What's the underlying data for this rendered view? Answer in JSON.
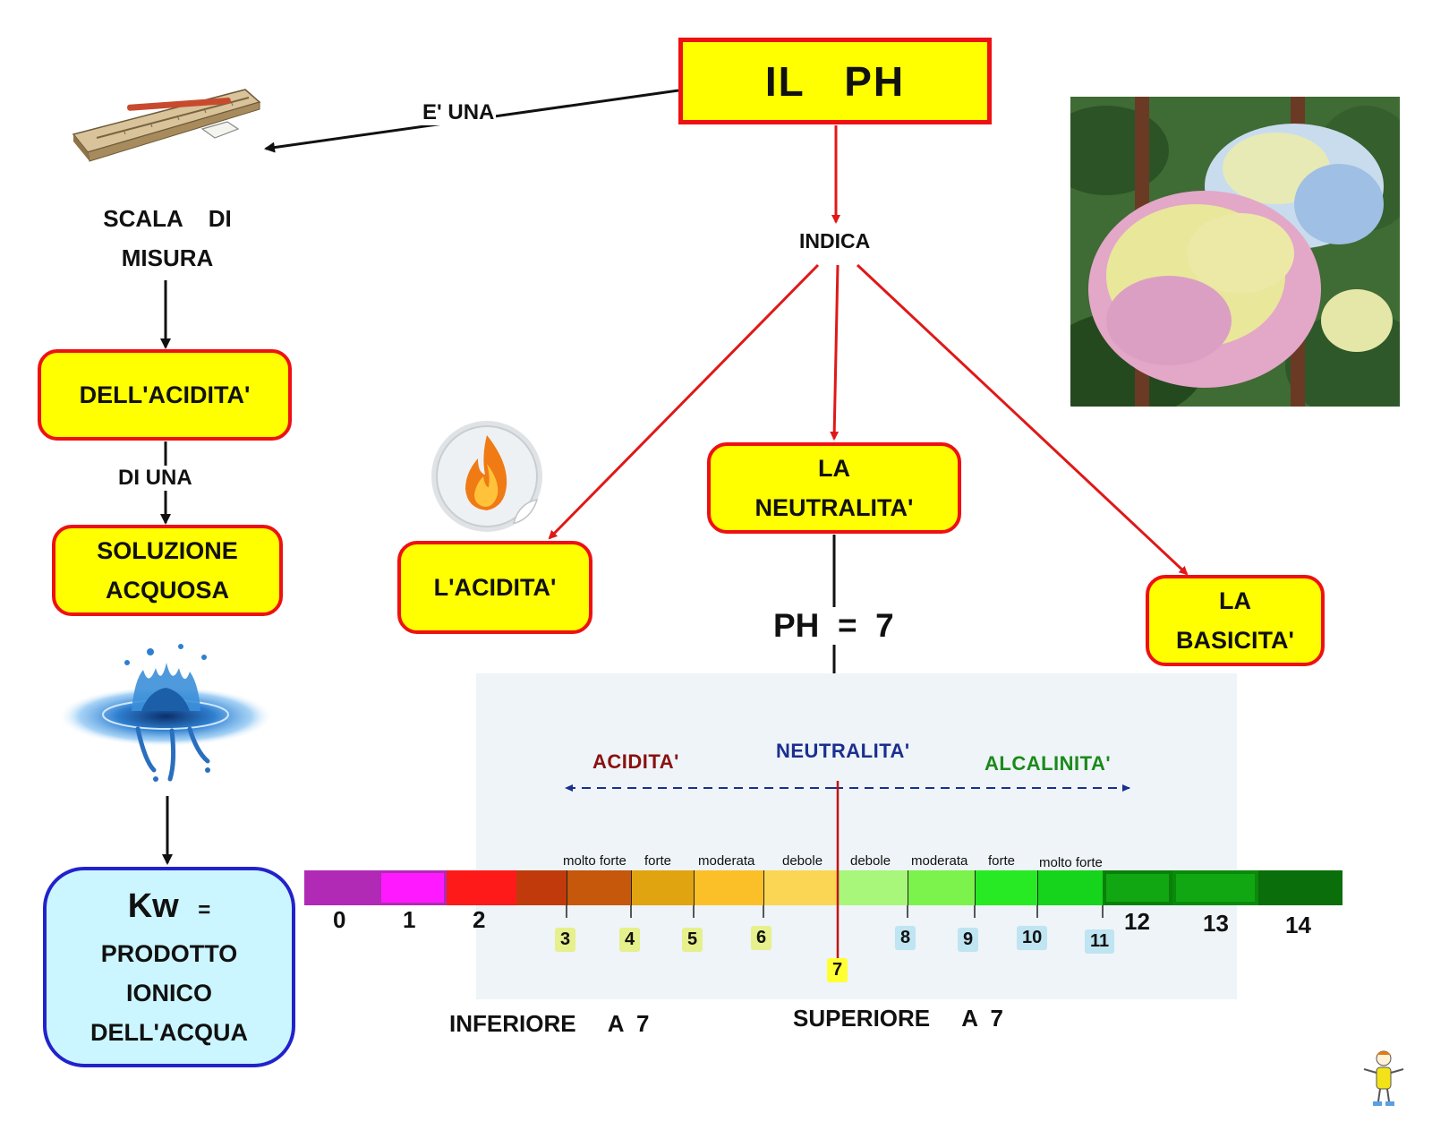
{
  "title": "IL   PH",
  "links": {
    "e_una": "E'  UNA",
    "indica": "INDICA",
    "di_una": "DI   UNA"
  },
  "left_chain": {
    "scala": [
      "SCALA    DI",
      "MISURA"
    ],
    "acidita_box": "DELL'ACIDITA'",
    "soluzione_box": [
      "SOLUZIONE",
      "ACQUOSA"
    ],
    "kw_symbol": "Kw",
    "kw_equals": "=",
    "kw_lines": [
      "PRODOTTO",
      "IONICO",
      "DELL'ACQUA"
    ]
  },
  "branches": {
    "acidita": "L'ACIDITA'",
    "neutralita": [
      "LA",
      "NEUTRALITA'"
    ],
    "basicita": [
      "LA",
      "BASICITA'"
    ]
  },
  "ph_equals": "PH  =  7",
  "scale": {
    "zones": {
      "acid": "ACIDITA'",
      "neutral": "NEUTRALITA'",
      "alkaline": "ALCALINITA'"
    },
    "numbers_top": [
      "0",
      "1",
      "2",
      "12",
      "13",
      "14"
    ],
    "numbers_chips_acid": [
      "3",
      "4",
      "5",
      "6"
    ],
    "numbers_chips_base": [
      "8",
      "9",
      "10",
      "11"
    ],
    "seven": "7",
    "strength_labels": [
      "molto forte",
      "forte",
      "moderata",
      "debole",
      "debole",
      "moderata",
      "forte",
      "molto forte"
    ],
    "colors": {
      "acid_text": "#8b1010",
      "neutral_text": "#1a2f8f",
      "alkaline_text": "#1a8a1a",
      "chip_acid": "#e6f08c",
      "chip_base": "#bfe4f2",
      "chip_seven": "#ffff33"
    }
  },
  "bottom_labels": {
    "inferiore": "INFERIORE     A  7",
    "superiore": "SUPERIORE     A  7"
  },
  "colors": {
    "box_fill": "#ffff00",
    "box_border": "#ee1111",
    "kw_fill": "#ccf6ff",
    "kw_border": "#2222cc",
    "arrow_red": "#e01818",
    "arrow_black": "#111111"
  },
  "icons": [
    "ruler-icon",
    "flame-sticker-icon",
    "water-splash-icon",
    "hydrangea-photo",
    "mascot-icon"
  ]
}
